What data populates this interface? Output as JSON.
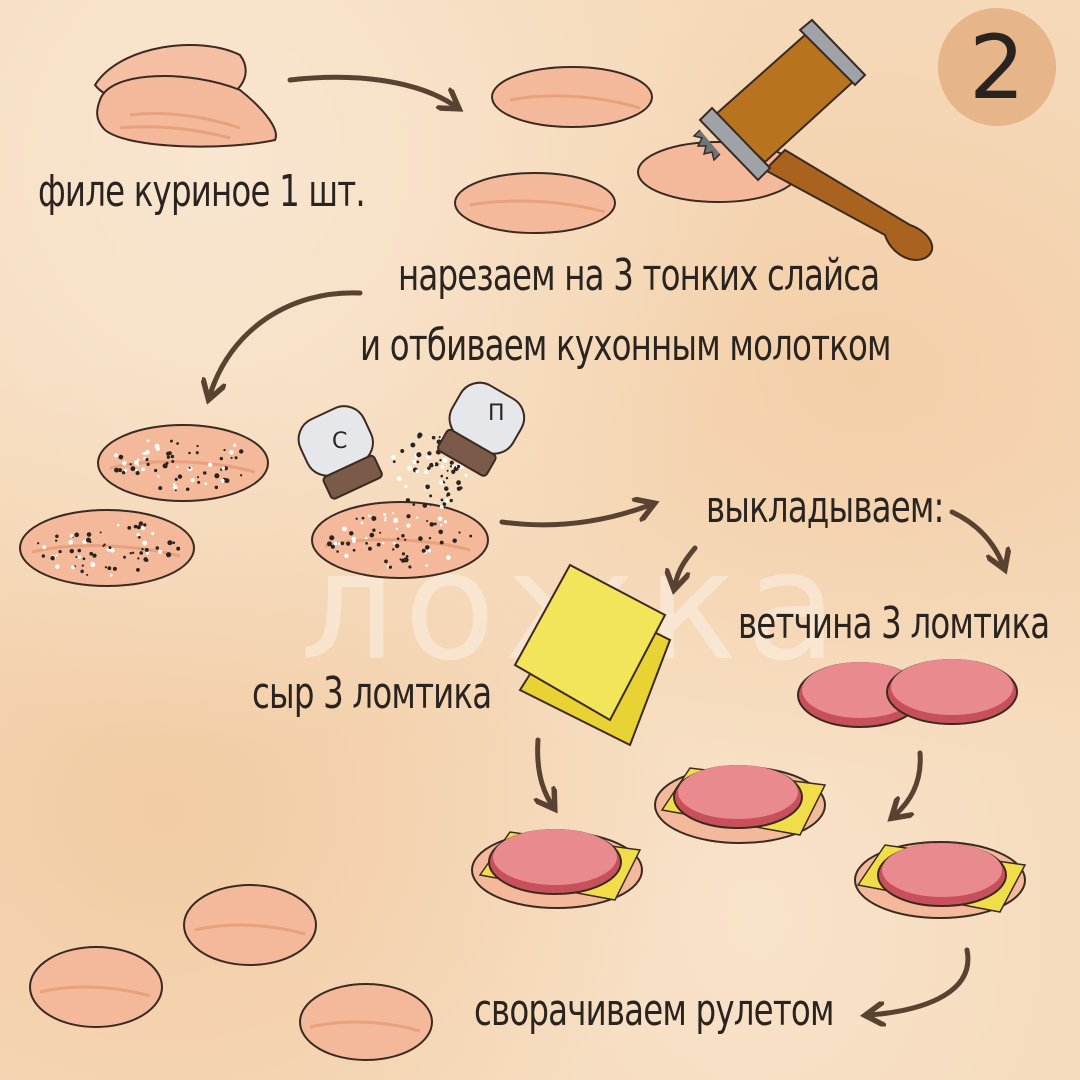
{
  "step_number": "2",
  "watermark": "ложка",
  "labels": {
    "fillet": "филе куриное 1 шт.",
    "slice_line1": "нарезаем на 3 тонких слайса",
    "slice_line2": "и отбиваем кухонным молотком",
    "lay_out": "выкладываем:",
    "ham": "ветчина 3 ломтика",
    "cheese": "сыр 3 ломтика",
    "roll": "сворачиваем рулетом"
  },
  "icons": {
    "salt_shaker_letter": "С",
    "pepper_shaker_letter": "П"
  },
  "colors": {
    "background": "#f5d9b9",
    "chicken": "#f3b99a",
    "ham": "#e88a8e",
    "cheese": "#f1dd4a",
    "mallet_wood": "#a9631f",
    "arrow": "#5a4232",
    "badge": "#e6b589"
  }
}
